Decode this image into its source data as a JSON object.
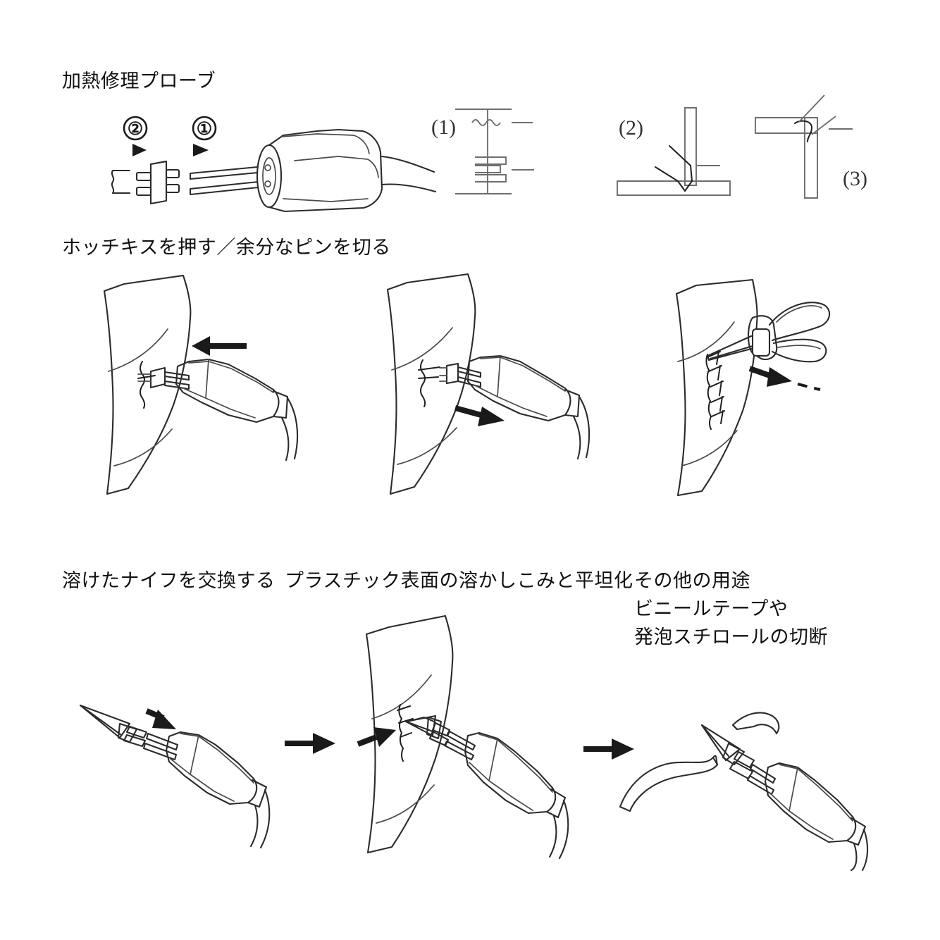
{
  "page": {
    "background": "#ffffff",
    "line_color": "#2b2b2b",
    "document_type": "illustrated-instruction-sheet"
  },
  "sections": [
    {
      "id": "section-heated-repair-probe",
      "heading": "加熱修理プローブ",
      "steps": [
        {
          "marker": "①",
          "meaning": "insert-probe-prongs"
        },
        {
          "marker": "②",
          "meaning": "load-staple-clip"
        }
      ],
      "detail_diagrams": [
        {
          "label": "(1)",
          "meaning": "flat-panel-crack-with-staples"
        },
        {
          "label": "(2)",
          "meaning": "t-joint-staple"
        },
        {
          "label": "(3)",
          "meaning": "l-corner-joint-staple"
        }
      ]
    },
    {
      "id": "section-press-and-cut",
      "heading": "ホッチキスを押す／余分なピンを切る",
      "panels": [
        {
          "id": "panel-press-in",
          "meaning": "press-staple-into-cracked-panel",
          "arrow": "left"
        },
        {
          "id": "panel-withdraw",
          "meaning": "withdraw-tool-leaving-staple",
          "arrow": "right-down"
        },
        {
          "id": "panel-cut-pins",
          "meaning": "cut-excess-pins-with-pliers",
          "arrow": "right"
        }
      ]
    },
    {
      "id": "section-knife-and-other-uses",
      "headings": {
        "replace_knife": "溶けたナイフを交換する",
        "melt_and_flatten": "プラスチック表面の溶かしこみと平坦化",
        "other_uses_lines": [
          "その他の用途",
          "ビニールテープや",
          "発泡スチロールの切断"
        ]
      },
      "panels": [
        {
          "id": "panel-attach-knife",
          "meaning": "attach-melting-knife-blade",
          "arrow": "down-right"
        },
        {
          "id": "panel-melt-surface",
          "meaning": "melt-and-smooth-crack-surface",
          "arrow": "up-right"
        },
        {
          "id": "panel-cut-tape",
          "meaning": "cut-vinyl-tape-or-styrofoam",
          "arrow": "none"
        }
      ],
      "separators": [
        "→",
        "→"
      ]
    }
  ]
}
